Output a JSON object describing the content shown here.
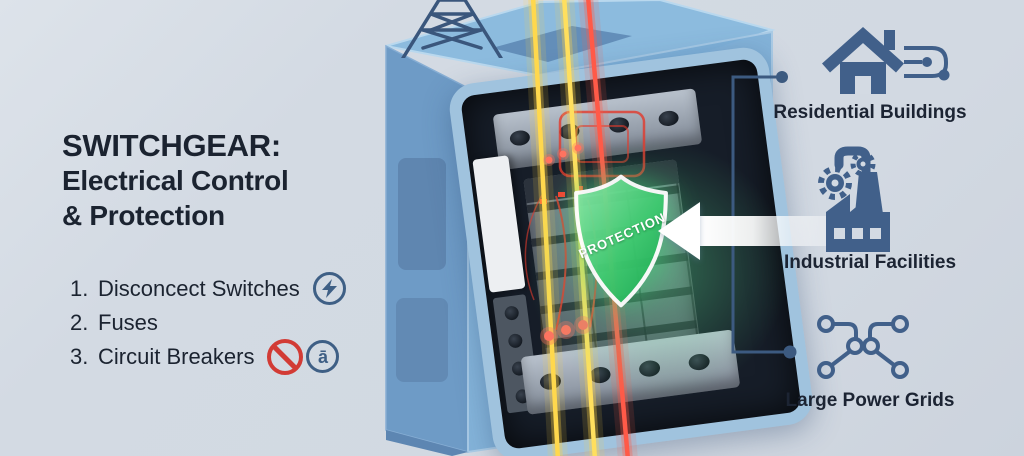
{
  "title": {
    "line1": "SWITCHGEAR:",
    "line2": "Electrical Control",
    "line3": "& Protection"
  },
  "components": {
    "items": [
      {
        "number": "1.",
        "label": "Disconcect Switches"
      },
      {
        "number": "2.",
        "label": "Fuses"
      },
      {
        "number": "3.",
        "label": "Circuit Breakers"
      }
    ],
    "breaker_symbol": "ā"
  },
  "diagram": {
    "shield_label": "PROTECTION"
  },
  "applications": {
    "items": [
      {
        "label": "Residential Buildings"
      },
      {
        "label": "Industrial Facilities"
      },
      {
        "label": "Large Power Grids"
      }
    ]
  },
  "colors": {
    "background": "#d3dae3",
    "accent_blue": "#41608a",
    "cabinet_blue": "#7fb1d9",
    "shield_green": "#2fbf63",
    "cable_yellow": "#ffd84d",
    "cable_red": "#ff5344",
    "alert_red": "#d23b35",
    "text": "#1b2330",
    "arrow_white": "#ffffff"
  }
}
